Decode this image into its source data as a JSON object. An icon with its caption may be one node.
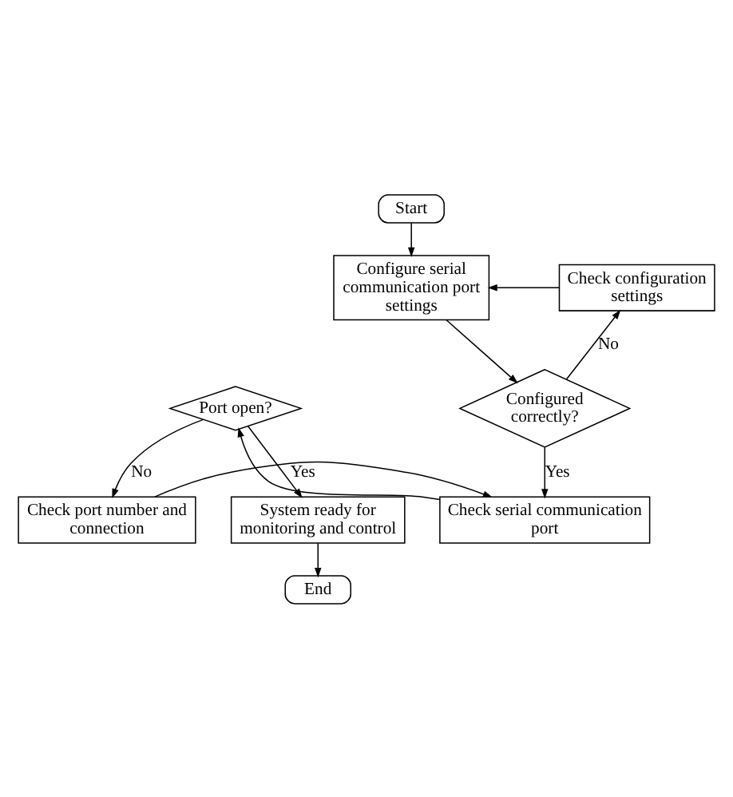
{
  "diagram": {
    "nodes": [
      {
        "text": [
          "Start"
        ]
      },
      {
        "text": [
          "Configure serial communication port settings"
        ]
      },
      {
        "text": [
          "Check configuration settings"
        ]
      },
      {
        "text": [
          "Configured correctly?"
        ]
      },
      {
        "text": [
          "Check serial communication port"
        ]
      },
      {
        "text": [
          "Check port number and connection"
        ]
      },
      {
        "text": [
          "Port open?"
        ]
      },
      {
        "text": [
          "System ready for monitoring and control"
        ]
      },
      {
        "text": [
          "End"
        ]
      }
    ],
    "edges": [
      {
        "from": 0,
        "to": 1,
        "arrow": "to"
      },
      {
        "from": 1,
        "to": 3,
        "arrow": "to"
      },
      {
        "from": 3,
        "to": 2,
        "arrow": "to",
        "label": "No"
      },
      {
        "from": 2,
        "to": 1,
        "arrow": "to"
      },
      {
        "from": 3,
        "to": 4,
        "arrow": "to",
        "label": "Yes"
      },
      {
        "from": 4,
        "to": 6,
        "arrow": "to"
      },
      {
        "from": 6,
        "to": 5,
        "arrow": "to",
        "label": "No"
      },
      {
        "from": 5,
        "to": 4,
        "arrow": "to"
      },
      {
        "from": 6,
        "to": 7,
        "arrow": "to",
        "label": "Yes"
      },
      {
        "from": 7,
        "to": 8,
        "arrow": "to"
      }
    ]
  }
}
